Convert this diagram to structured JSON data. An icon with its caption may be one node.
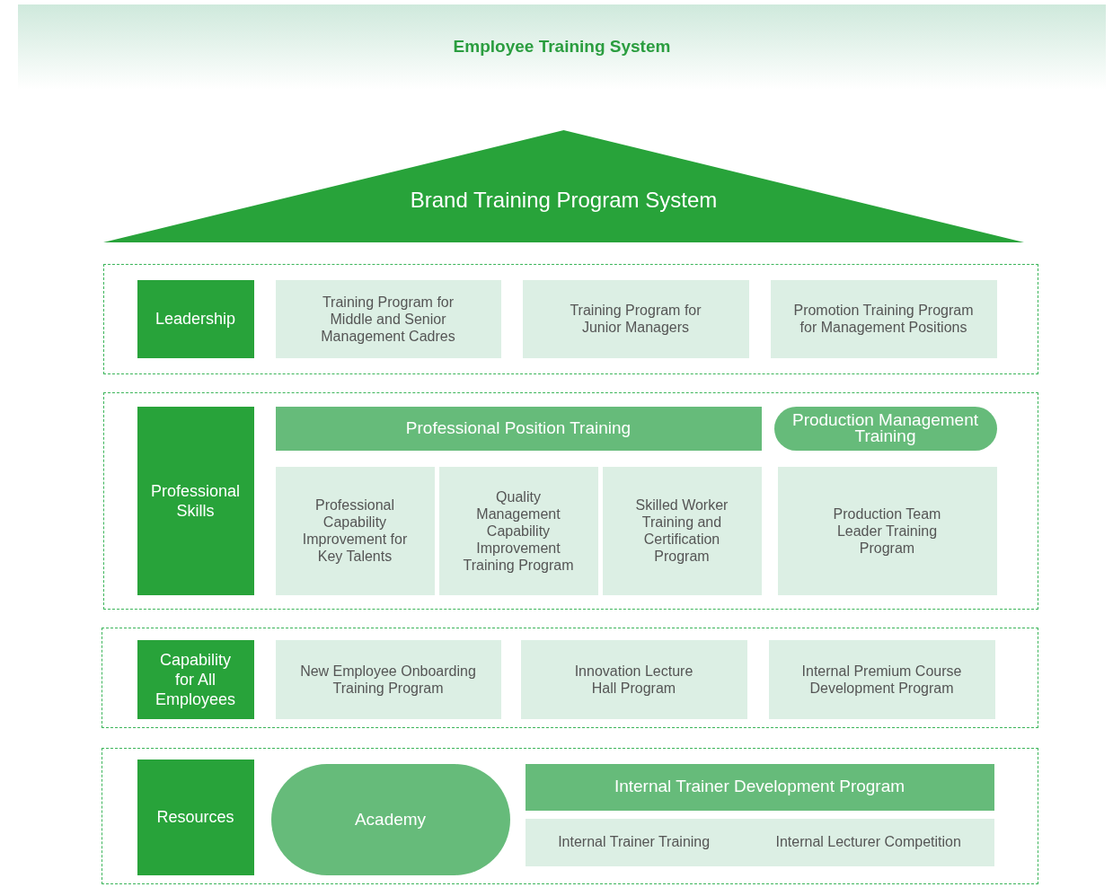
{
  "diagram": {
    "title": "Employee Training System",
    "nodes": [
      {
        "text": [
          "Brand Training Program System"
        ]
      },
      {
        "text": [],
        "shape": "box"
      },
      {
        "text": [
          "Leadership"
        ],
        "in": 1
      },
      {
        "text": [
          "Training Program for Middle and Senior Management Cadres"
        ],
        "in": 1
      },
      {
        "text": [
          "Training Program for Junior Managers"
        ],
        "in": 1
      },
      {
        "text": [
          "Promotion Training Program for Management Positions"
        ],
        "in": 1
      },
      {
        "text": [],
        "shape": "box"
      },
      {
        "text": [
          "Professional Skills"
        ],
        "in": 6
      },
      {
        "text": [
          "Professional Position Training"
        ],
        "in": 6
      },
      {
        "text": [
          "Production Management Training"
        ],
        "in": 6
      },
      {
        "text": [
          "Professional Capability Improvement for Key Talents"
        ],
        "in": 6
      },
      {
        "text": [
          "Quality Management Capability Improvement Training Program"
        ],
        "in": 6
      },
      {
        "text": [
          "Skilled Worker Training and Certification Program"
        ],
        "in": 6
      },
      {
        "text": [
          "Production Team Leader Training Program"
        ],
        "in": 6
      },
      {
        "text": [],
        "shape": "box"
      },
      {
        "text": [
          "Capability for All Employees"
        ],
        "in": 14
      },
      {
        "text": [
          "New Employee Onboarding Training Program"
        ],
        "in": 14
      },
      {
        "text": [
          "Innovation Lecture Hall Program"
        ],
        "in": 14
      },
      {
        "text": [
          "Internal Premium Course Development Program"
        ],
        "in": 14
      },
      {
        "text": [],
        "shape": "box"
      },
      {
        "text": [
          "Resources"
        ],
        "in": 19
      },
      {
        "text": [
          "Academy"
        ],
        "in": 19
      },
      {
        "text": [
          "Internal Trainer Development Program"
        ],
        "in": 19
      },
      {
        "text": [
          "Internal Trainer Training",
          "Internal Lecturer Competition"
        ],
        "in": 19
      }
    ],
    "edges": []
  }
}
